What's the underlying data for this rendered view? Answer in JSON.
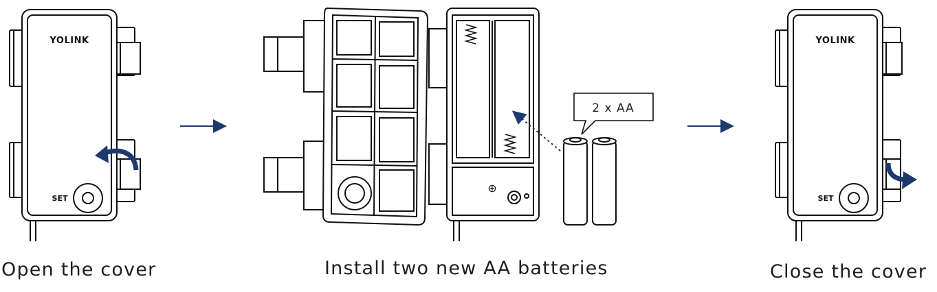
{
  "steps": [
    {
      "caption": "Open the cover",
      "brand": "YOLINK",
      "button_label": "SET"
    },
    {
      "caption": "Install two new AA batteries",
      "callout": "2 x AA",
      "polarity": "⊕"
    },
    {
      "caption": "Close the cover",
      "brand": "YOLINK",
      "button_label": "SET"
    }
  ],
  "colors": {
    "line": "#111111",
    "accent": "#1c3a6e"
  }
}
